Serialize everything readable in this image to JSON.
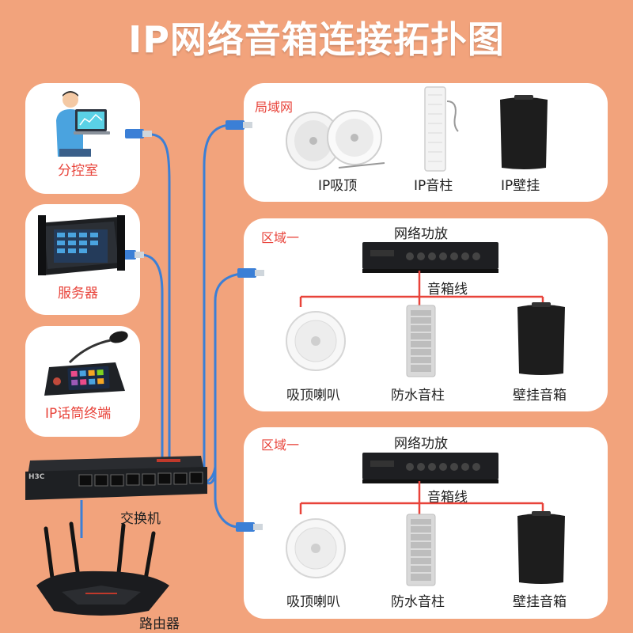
{
  "title": "IP网络音箱连接拓扑图",
  "left_devices": {
    "control_room": "分控室",
    "server": "服务器",
    "mic_terminal": "IP话筒终端"
  },
  "lan_panel": {
    "zone_label": "局域网",
    "items": [
      "IP吸顶",
      "IP音柱",
      "IP壁挂"
    ]
  },
  "zone_1": {
    "zone_label": "区域一",
    "amplifier": "网络功放",
    "cable": "音箱线",
    "items": [
      "吸顶喇叭",
      "防水音柱",
      "壁挂音箱"
    ]
  },
  "zone_2": {
    "zone_label": "区域一",
    "amplifier": "网络功放",
    "cable": "音箱线",
    "items": [
      "吸顶喇叭",
      "防水音柱",
      "壁挂音箱"
    ]
  },
  "switch_label": "交换机",
  "router_label": "路由器",
  "switch_brand": "H3C",
  "colors": {
    "background": "#f2a37c",
    "card": "#ffffff",
    "cable_blue": "#3b7fd6",
    "speaker_wire_red": "#e8433a"
  }
}
